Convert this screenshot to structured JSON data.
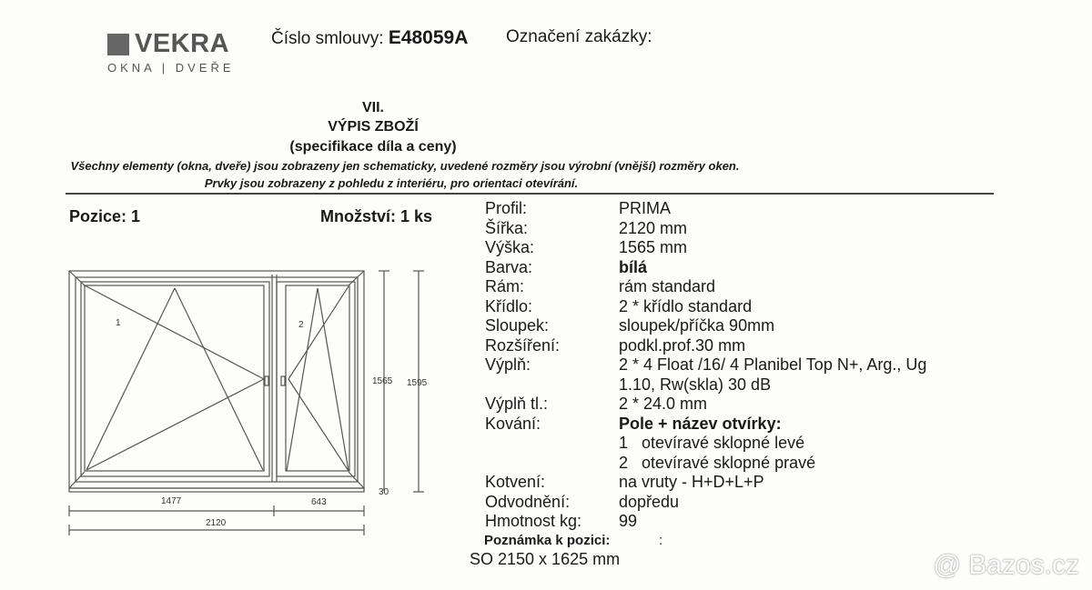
{
  "logo": {
    "brand": "VEKRA",
    "tagline": "OKNA | DVEŘE"
  },
  "header": {
    "contract_label": "Číslo smlouvy:",
    "contract_number": "E48059A",
    "order_label": "Označení zakázky:"
  },
  "section": {
    "number": "VII.",
    "title": "VÝPIS ZBOŽÍ",
    "subtitle": "(specifikace díla a ceny)",
    "note1": "Všechny elementy (okna, dveře) jsou zobrazeny jen schematicky, uvedené rozměry jsou výrobní (vnější) rozměry oken.",
    "note2": "Prvky jsou zobrazeny z pohledu z interiéru, pro orientaci otevírání."
  },
  "position": {
    "label": "Pozice: 1",
    "quantity": "Množství: 1 ks"
  },
  "drawing": {
    "sash1": "1",
    "sash2": "2",
    "height": "1565",
    "height_total": "1595",
    "sill": "30",
    "width_left": "1477",
    "width_right": "643",
    "width_total": "2120"
  },
  "specs": [
    {
      "label": "Profil:",
      "value": "PRIMA"
    },
    {
      "label": "Šířka:",
      "value": "2120 mm"
    },
    {
      "label": "Výška:",
      "value": "1565 mm"
    },
    {
      "label": "Barva:",
      "value": "bílá"
    },
    {
      "label": "Rám:",
      "value": "rám standard"
    },
    {
      "label": "Křídlo:",
      "value": "2 * křídlo standard"
    },
    {
      "label": "Sloupek:",
      "value": "sloupek/příčka 90mm"
    },
    {
      "label": "Rozšíření:",
      "value": "podkl.prof.30 mm"
    },
    {
      "label": "Výplň:",
      "value": "2 * 4 Float /16/ 4 Planibel Top N+, Arg., Ug",
      "value2": "1.10, Rw(skla) 30 dB"
    },
    {
      "label": "Výplň tl.:",
      "value": "2 * 24.0 mm"
    },
    {
      "label": "Kování:",
      "value": "Pole + název otvírky:"
    },
    {
      "label": "Kotvení:",
      "value": "na vruty - H+D+L+P"
    },
    {
      "label": "Odvodnění:",
      "value": "dopředu"
    },
    {
      "label": "Hmotnost kg:",
      "value": "99"
    }
  ],
  "openings": [
    {
      "num": "1",
      "name": "otevíravé sklopné levé"
    },
    {
      "num": "2",
      "name": "otevíravé sklopné pravé"
    }
  ],
  "remark": {
    "label": "Poznámka k pozici:",
    "colon": ":",
    "value": "SO 2150 x 1625 mm"
  },
  "watermark": "@ Bazos.cz"
}
